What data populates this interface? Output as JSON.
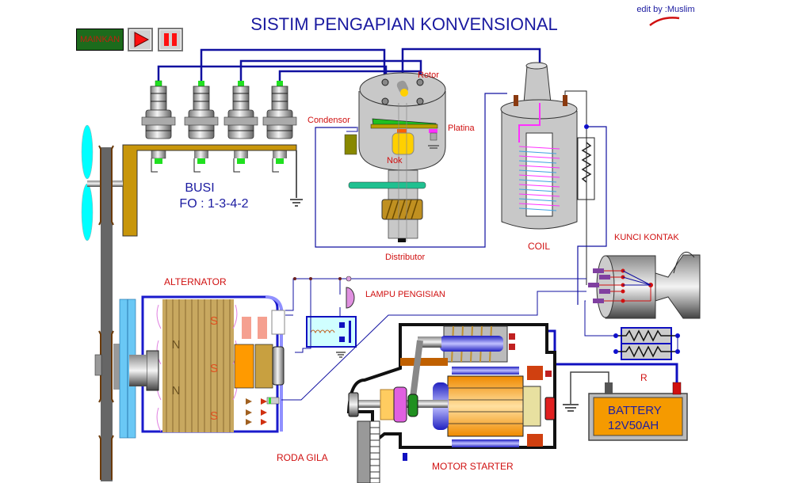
{
  "title": "SISTIM PENGAPIAN KONVENSIONAL",
  "credit": "edit by :Muslim",
  "controls": {
    "play_label": "MAINKAN",
    "play_icon": "play-triangle-icon",
    "pause_icon": "pause-bars-icon"
  },
  "labels": {
    "busi": "BUSI",
    "firing_order": "FO : 1-3-4-2",
    "rotor": "Rotor",
    "condensor": "Condensor",
    "platina": "Platina",
    "nok": "Nok",
    "distributor": "Distributor",
    "coil": "COIL",
    "kunci_kontak": "KUNCI KONTAK",
    "alternator": "ALTERNATOR",
    "lampu_pengisian": "LAMPU PENGISIAN",
    "r": "R",
    "battery_line1": "BATTERY",
    "battery_line2": "12V50AH",
    "roda_gila": "RODA GILA",
    "motor_starter": "MOTOR STARTER"
  },
  "alternator_poles": [
    "S",
    "N",
    "S",
    "N",
    "S"
  ],
  "colors": {
    "title": "#1a1aa0",
    "label_red": "#d01010",
    "wire_blue": "#1010a0",
    "battery_fill": "#f59a00",
    "manifold": "#c8960a",
    "button_green": "#1c6b1c"
  }
}
